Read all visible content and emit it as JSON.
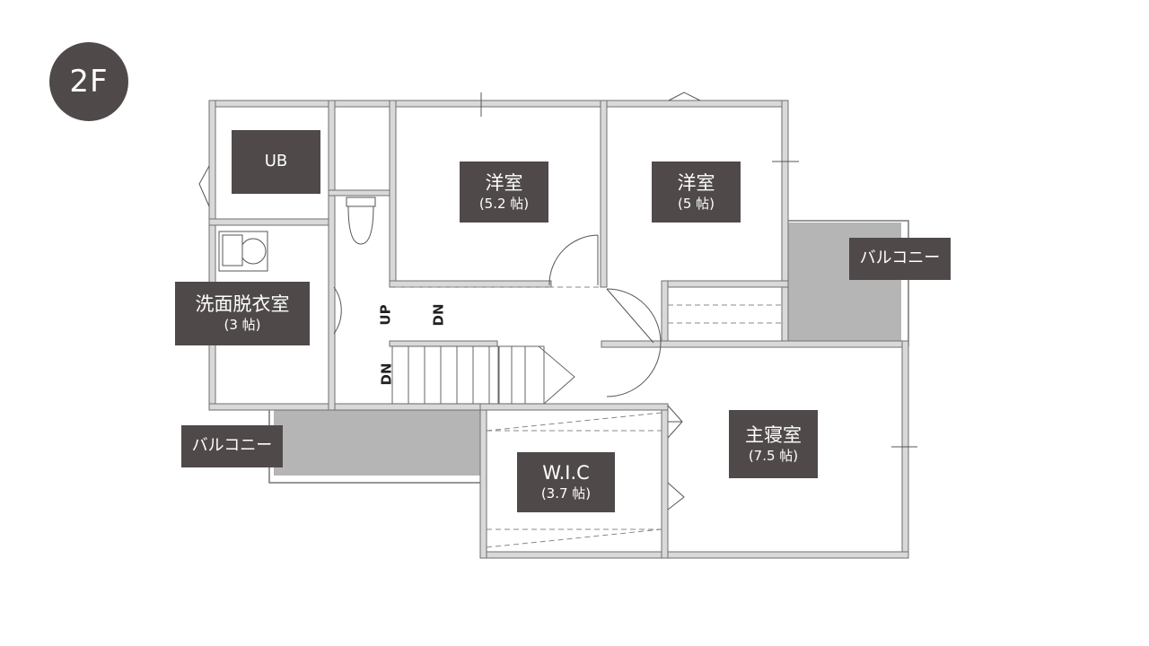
{
  "floor": "2F",
  "rooms": {
    "ub": {
      "name": "UB"
    },
    "western1": {
      "name": "洋室",
      "size": "(5.2 帖)"
    },
    "western2": {
      "name": "洋室",
      "size": "(5 帖)"
    },
    "washroom": {
      "name": "洗面脱衣室",
      "size": "(3 帖)"
    },
    "balcony_right": {
      "name": "バルコニー"
    },
    "balcony_left": {
      "name": "バルコニー"
    },
    "wic": {
      "name": "W.I.C",
      "size": "(3.7 帖)"
    },
    "master": {
      "name": "主寝室",
      "size": "(7.5 帖)"
    }
  },
  "stairs": {
    "up": "UP",
    "dn1": "DN",
    "dn2": "DN"
  }
}
